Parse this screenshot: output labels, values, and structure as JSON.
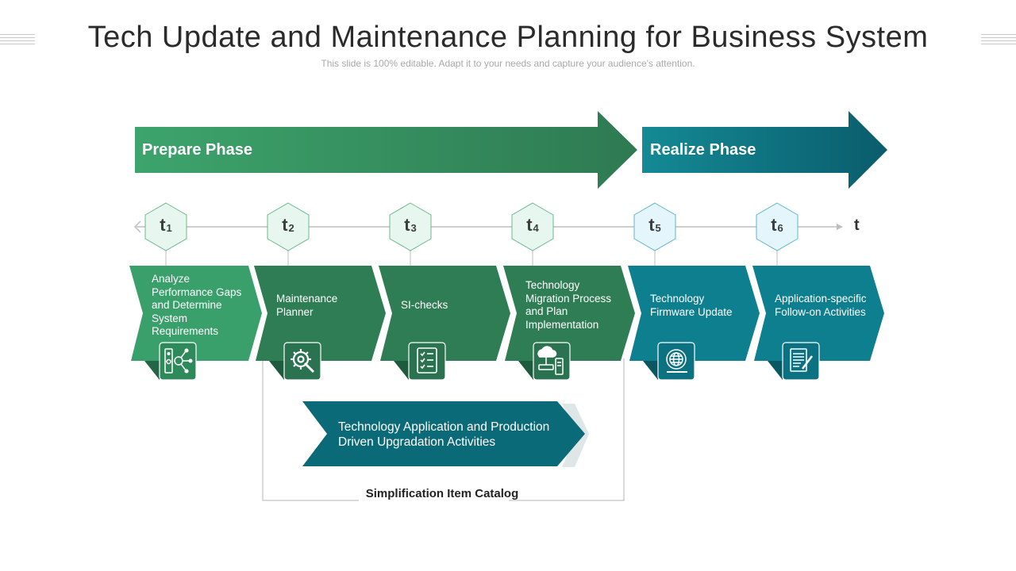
{
  "title": "Tech Update and Maintenance Planning for Business System",
  "subtitle": "This slide is 100% editable. Adapt it to your needs and capture your audience's attention.",
  "phases": {
    "prepare": "Prepare Phase",
    "realize": "Realize Phase"
  },
  "timeline": {
    "axis_label": "t",
    "points": [
      {
        "t": "t",
        "n": "1"
      },
      {
        "t": "t",
        "n": "2"
      },
      {
        "t": "t",
        "n": "3"
      },
      {
        "t": "t",
        "n": "4"
      },
      {
        "t": "t",
        "n": "5"
      },
      {
        "t": "t",
        "n": "6"
      }
    ]
  },
  "steps": [
    {
      "text": "Analyze Performance Gaps and Determine System Requirements",
      "icon": "device-network-icon"
    },
    {
      "text": "Maintenance Planner",
      "icon": "gear-wrench-icon"
    },
    {
      "text": "SI-checks",
      "icon": "checklist-icon"
    },
    {
      "text": "Technology Migration Process and Plan Implementation",
      "icon": "cloud-server-icon"
    },
    {
      "text": "Technology Firmware Update",
      "icon": "globe-monitor-icon"
    },
    {
      "text": "Application-specific Follow-on Activities",
      "icon": "document-edit-icon"
    }
  ],
  "bottom_arrow": "Technology Application and Production Driven Upgradation Activities",
  "catalog": "Simplification Item Catalog",
  "colors": {
    "green_dark": "#2f7d55",
    "green_light": "#3aa06b",
    "teal": "#0e7f8e",
    "teal_dark": "#0a6272"
  }
}
